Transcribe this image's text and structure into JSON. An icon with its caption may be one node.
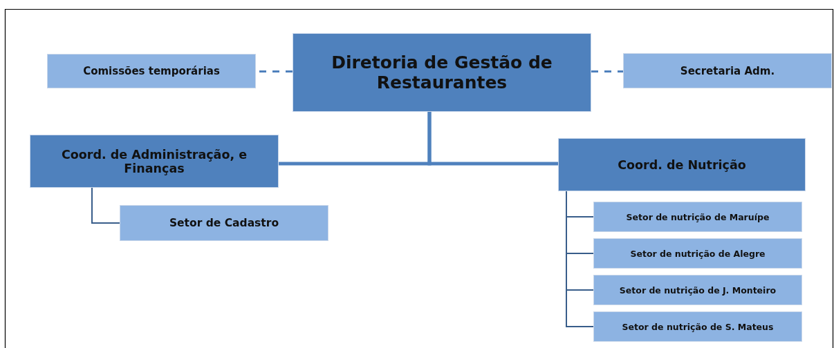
{
  "diagram": {
    "nodes": [
      {
        "text": [
          "Diretoria de Gestão de Restaurantes"
        ]
      },
      {
        "text": [
          "Comissões temporárias"
        ]
      },
      {
        "text": [
          "Secretaria Adm."
        ]
      },
      {
        "text": [
          "Coord. de Administração, e Finanças"
        ]
      },
      {
        "text": [
          "Coord. de Nutrição"
        ]
      },
      {
        "text": [
          "Setor de Cadastro"
        ]
      },
      {
        "text": [
          "Setor de nutrição de Maruípe"
        ]
      },
      {
        "text": [
          "Setor de nutrição de Alegre"
        ]
      },
      {
        "text": [
          "Setor de nutrição de J. Monteiro"
        ]
      },
      {
        "text": [
          "Setor de nutrição de S. Mateus"
        ]
      }
    ],
    "edges": [
      {
        "from": 0,
        "to": 1,
        "arrow": "none",
        "style": "dashed",
        "color": "#4f81bd"
      },
      {
        "from": 0,
        "to": 2,
        "arrow": "none",
        "style": "dashed",
        "color": "#4f81bd"
      },
      {
        "from": 0,
        "to": 3,
        "arrow": "none",
        "style": "thick",
        "color": "#4f81bd"
      },
      {
        "from": 0,
        "to": 4,
        "arrow": "none",
        "style": "thick",
        "color": "#4f81bd"
      },
      {
        "from": 3,
        "to": 5,
        "arrow": "none"
      },
      {
        "from": 4,
        "to": 6,
        "arrow": "none"
      },
      {
        "from": 4,
        "to": 7,
        "arrow": "none"
      },
      {
        "from": 4,
        "to": 8,
        "arrow": "none"
      },
      {
        "from": 4,
        "to": 9,
        "arrow": "none"
      }
    ]
  }
}
